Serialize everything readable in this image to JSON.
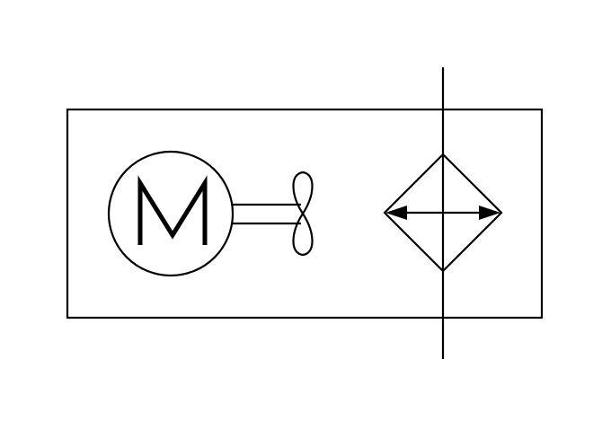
{
  "symbol": {
    "motor_letter": "M",
    "line_color": "#000000",
    "background_color": "#ffffff",
    "components": [
      "motor-icon",
      "shaft",
      "fan-icon",
      "heat-exchanger-icon",
      "fluid-pipe"
    ]
  }
}
